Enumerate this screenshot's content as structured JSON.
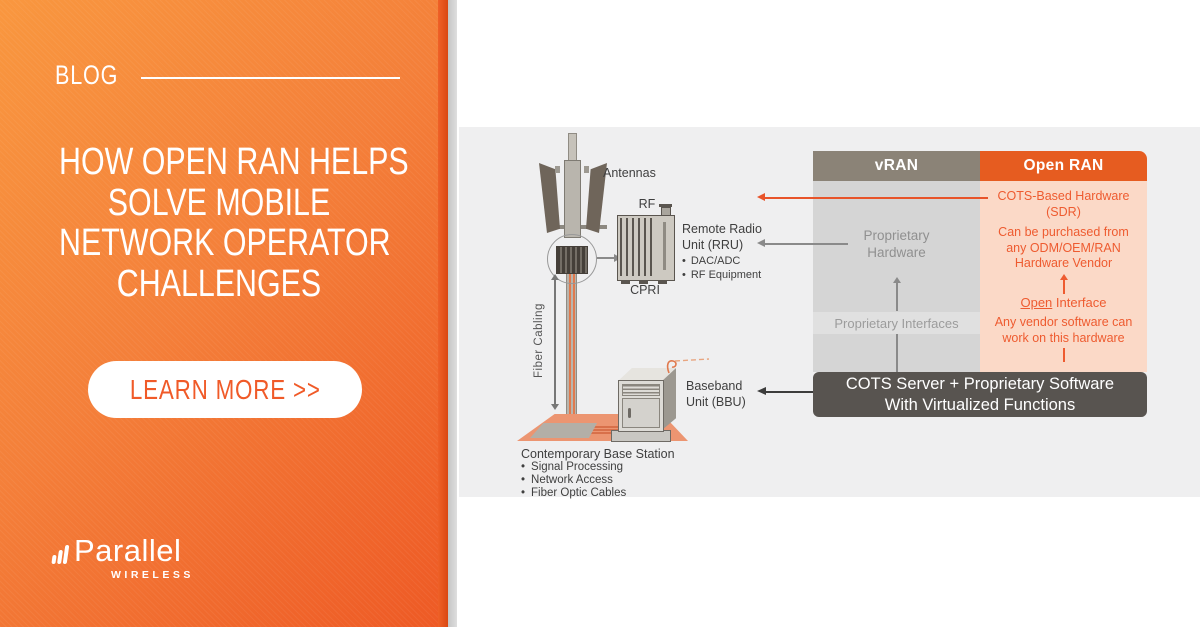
{
  "left_panel": {
    "eyebrow": "BLOG",
    "title_lines": [
      "HOW OPEN RAN HELPS",
      "SOLVE MOBILE",
      "NETWORK OPERATOR",
      "CHALLENGES"
    ],
    "cta_label": "LEARN MORE >>",
    "logo": {
      "name": "Parallel",
      "tagline": "WIRELESS"
    }
  },
  "diagram": {
    "antennas_label": "Antennas",
    "rf_label": "RF",
    "cpri_label": "CPRI",
    "rru": {
      "line1": "Remote Radio",
      "line2": "Unit (RRU)",
      "bullets": [
        "DAC/ADC",
        "RF Equipment"
      ]
    },
    "fiber_label": "Fiber Cabling",
    "bbu": {
      "line1": "Baseband",
      "line2": "Unit (BBU)"
    },
    "base_station": {
      "title": "Contemporary Base Station",
      "bullets": [
        "Signal Processing",
        "Network Access",
        "Fiber Optic Cables"
      ]
    },
    "table": {
      "vran_header": "vRAN",
      "openran_header": "Open RAN",
      "proprietary_hardware": {
        "line1": "Proprietary",
        "line2": "Hardware"
      },
      "proprietary_interfaces": "Proprietary Interfaces",
      "cots_hw": {
        "line1": "COTS-Based Hardware",
        "line2": "(SDR)"
      },
      "purchase_lines": [
        "Can be purchased from",
        "any ODM/OEM/RAN",
        "Hardware Vendor"
      ],
      "open_interface": {
        "open": "Open",
        "rest": " Interface"
      },
      "vendor_lines": [
        "Any vendor software can",
        "work on this hardware"
      ],
      "footer_lines": [
        "COTS Server + Proprietary Software",
        "With Virtualized Functions"
      ]
    },
    "colors": {
      "accent_orange": "#e65c20",
      "taupe_header": "#8b8377",
      "peach_body": "#fbd9c7",
      "gray_body": "#d5d5d5",
      "dark_bar": "#585450",
      "orange_text": "#ee5b30",
      "panel_gradient_start": "#f9973f",
      "panel_gradient_end": "#ee5a25"
    }
  }
}
